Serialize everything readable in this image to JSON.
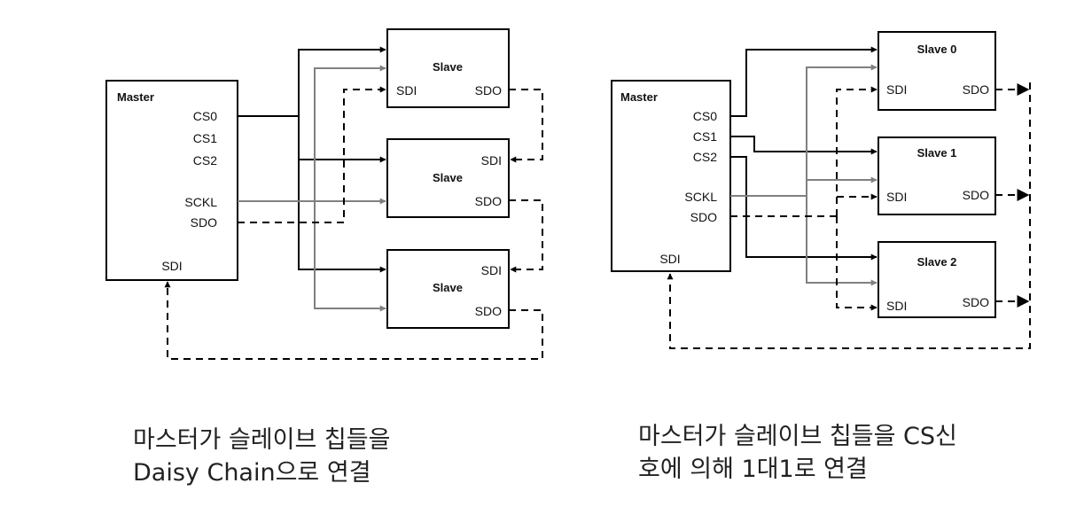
{
  "left_diagram": {
    "master": {
      "title": "Master",
      "pins": {
        "cs0": "CS0",
        "cs1": "CS1",
        "cs2": "CS2",
        "sckl": "SCKL",
        "sdo": "SDO",
        "sdi": "SDI"
      }
    },
    "slaves": [
      {
        "title": "Slave",
        "sdi": "SDI",
        "sdo": "SDO"
      },
      {
        "title": "Slave",
        "sdi": "SDI",
        "sdo": "SDO"
      },
      {
        "title": "Slave",
        "sdi": "SDI",
        "sdo": "SDO"
      }
    ],
    "caption_lines": [
      "마스터가 슬레이브 칩들을",
      "Daisy Chain으로 연결"
    ]
  },
  "right_diagram": {
    "master": {
      "title": "Master",
      "pins": {
        "cs0": "CS0",
        "cs1": "CS1",
        "cs2": "CS2",
        "sckl": "SCKL",
        "sdo": "SDO",
        "sdi": "SDI"
      }
    },
    "slaves": [
      {
        "title": "Slave 0",
        "sdi": "SDI",
        "sdo": "SDO"
      },
      {
        "title": "Slave 1",
        "sdi": "SDI",
        "sdo": "SDO"
      },
      {
        "title": "Slave 2",
        "sdi": "SDI",
        "sdo": "SDO"
      }
    ],
    "caption_lines": [
      "마스터가 슬레이브 칩들을 CS신",
      "호에 의해 1대1로 연결"
    ]
  },
  "colors": {
    "line": "#000000",
    "clock_line": "#808080",
    "background": "#ffffff"
  }
}
